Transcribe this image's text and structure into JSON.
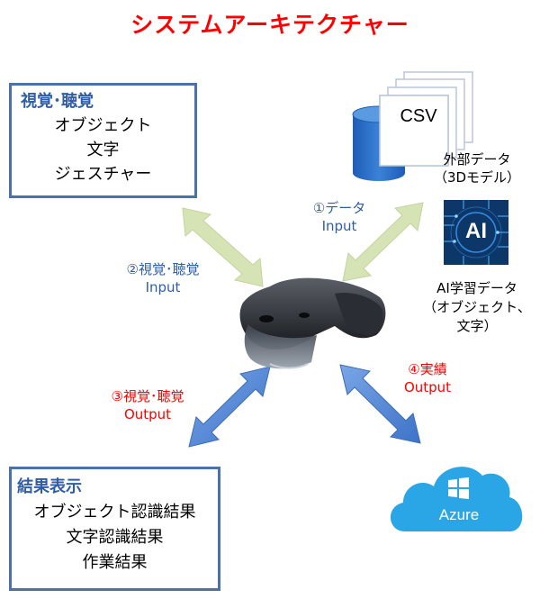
{
  "title": "システムアーキテクチャー",
  "input_box": {
    "heading": "視覚･聴覚",
    "lines": [
      "オブジェクト",
      "文字",
      "ジェスチャー"
    ]
  },
  "output_box": {
    "heading": "結果表示",
    "lines": [
      "オブジェクト認識結果",
      "文字認識結果",
      "作業結果"
    ]
  },
  "flows": {
    "flow1": {
      "label": "①データ",
      "sub": "Input"
    },
    "flow2": {
      "label": "②視覚･聴覚",
      "sub": "Input"
    },
    "flow3": {
      "label": "③視覚･聴覚",
      "sub": "Output"
    },
    "flow4": {
      "label": "④実績",
      "sub": "Output"
    }
  },
  "csv": {
    "label": "CSV",
    "caption_line1": "外部データ",
    "caption_line2": "（3Dモデル）"
  },
  "ai": {
    "logo_text": "AI",
    "caption_line1": "AI学習データ",
    "caption_line2": "（オブジェクト、",
    "caption_line3": "文字）"
  },
  "azure": {
    "label": "Azure"
  },
  "colors": {
    "title": "#ff0000",
    "box_border": "#4a72a8",
    "input_text": "#2f5da6",
    "output_text": "#ff0000",
    "arrow_green": "#d6e3b5",
    "arrow_blue": "#5b8fd8",
    "azure_blue": "#2aa6e6",
    "database_blue": "#2e6fc4"
  }
}
